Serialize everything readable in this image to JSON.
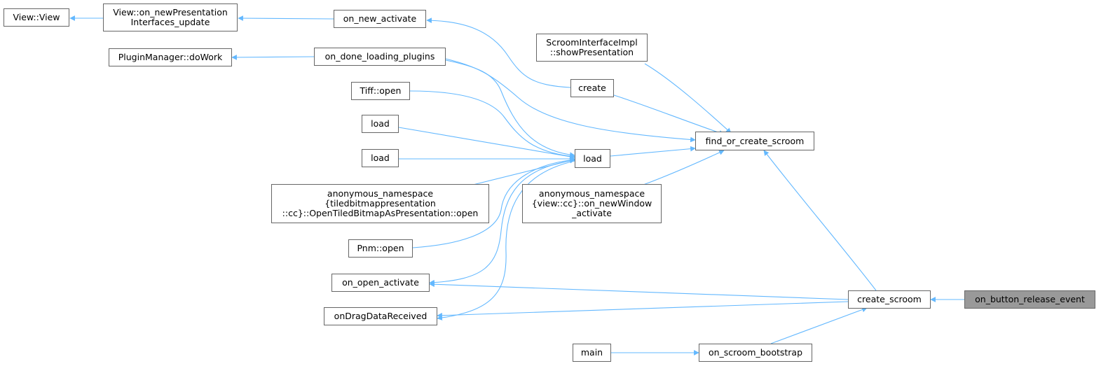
{
  "nodes": {
    "view_view": [
      "View::View"
    ],
    "view_on_newpres": [
      "View::on_newPresentation",
      "Interfaces_update"
    ],
    "on_new_activate": [
      "on_new_activate"
    ],
    "pluginmanager_dowork": [
      "PluginManager::doWork"
    ],
    "on_done_loading_plugins": [
      "on_done_loading_plugins"
    ],
    "scroom_showpres": [
      "ScroomInterfaceImpl",
      "::showPresentation"
    ],
    "create": [
      "create"
    ],
    "tiff_open": [
      "Tiff::open"
    ],
    "load_a": [
      "load"
    ],
    "load_b": [
      "load"
    ],
    "load_main": [
      "load"
    ],
    "find_or_create_scroom": [
      "find_or_create_scroom"
    ],
    "anon_tiled_open": [
      "anonymous_namespace",
      "{tiledbitmappresentation",
      "::cc}::OpenTiledBitmapAsPresentation::open"
    ],
    "anon_view_newwindow": [
      "anonymous_namespace",
      "{view::cc}::on_newWindow",
      "_activate"
    ],
    "pnm_open": [
      "Pnm::open"
    ],
    "on_open_activate": [
      "on_open_activate"
    ],
    "ondragdatareceived": [
      "onDragDataReceived"
    ],
    "create_scroom": [
      "create_scroom"
    ],
    "on_button_release_event": [
      "on_button_release_event"
    ],
    "main": [
      "main"
    ],
    "on_scroom_bootstrap": [
      "on_scroom_bootstrap"
    ]
  },
  "colors": {
    "edge": "#63b8ff",
    "node_border": "#666666",
    "focus_fill": "#999999"
  }
}
